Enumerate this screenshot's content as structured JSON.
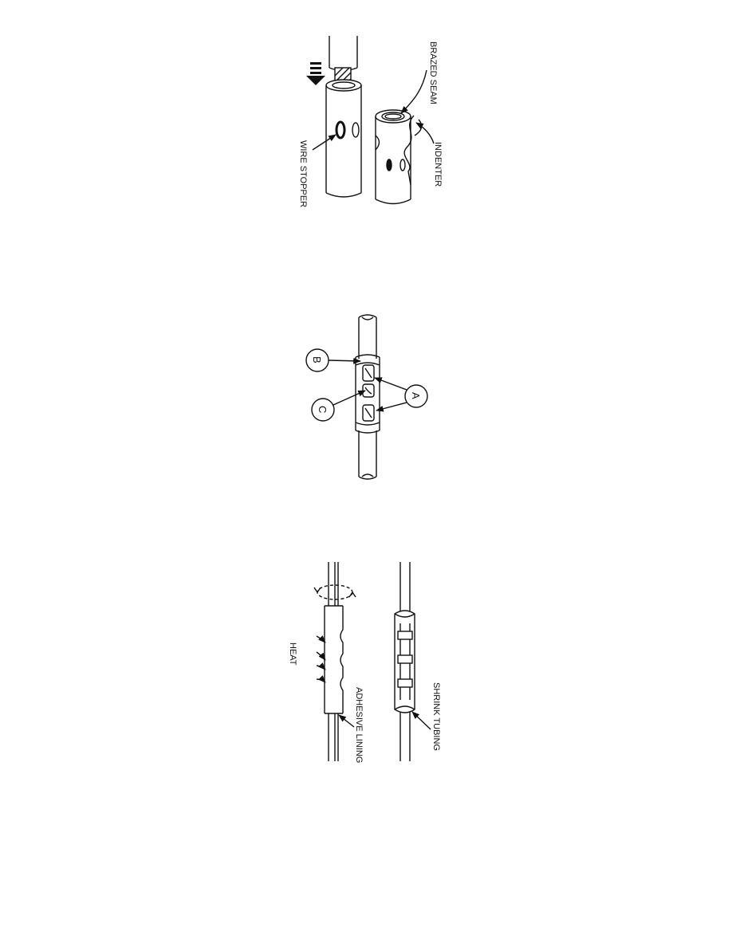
{
  "figure_1": {
    "labels": {
      "brazed_seam": "BRAZED SEAM",
      "indenter": "INDENTER",
      "wire_stopper": "WIRE STOPPER"
    }
  },
  "figure_2": {
    "callouts": {
      "a": "A",
      "b": "B",
      "c": "C"
    }
  },
  "figure_3": {
    "labels": {
      "heat": "HEAT",
      "adhesive_lining": "ADHESIVE LINING",
      "shrink_tubing": "SHRINK TUBING"
    }
  }
}
